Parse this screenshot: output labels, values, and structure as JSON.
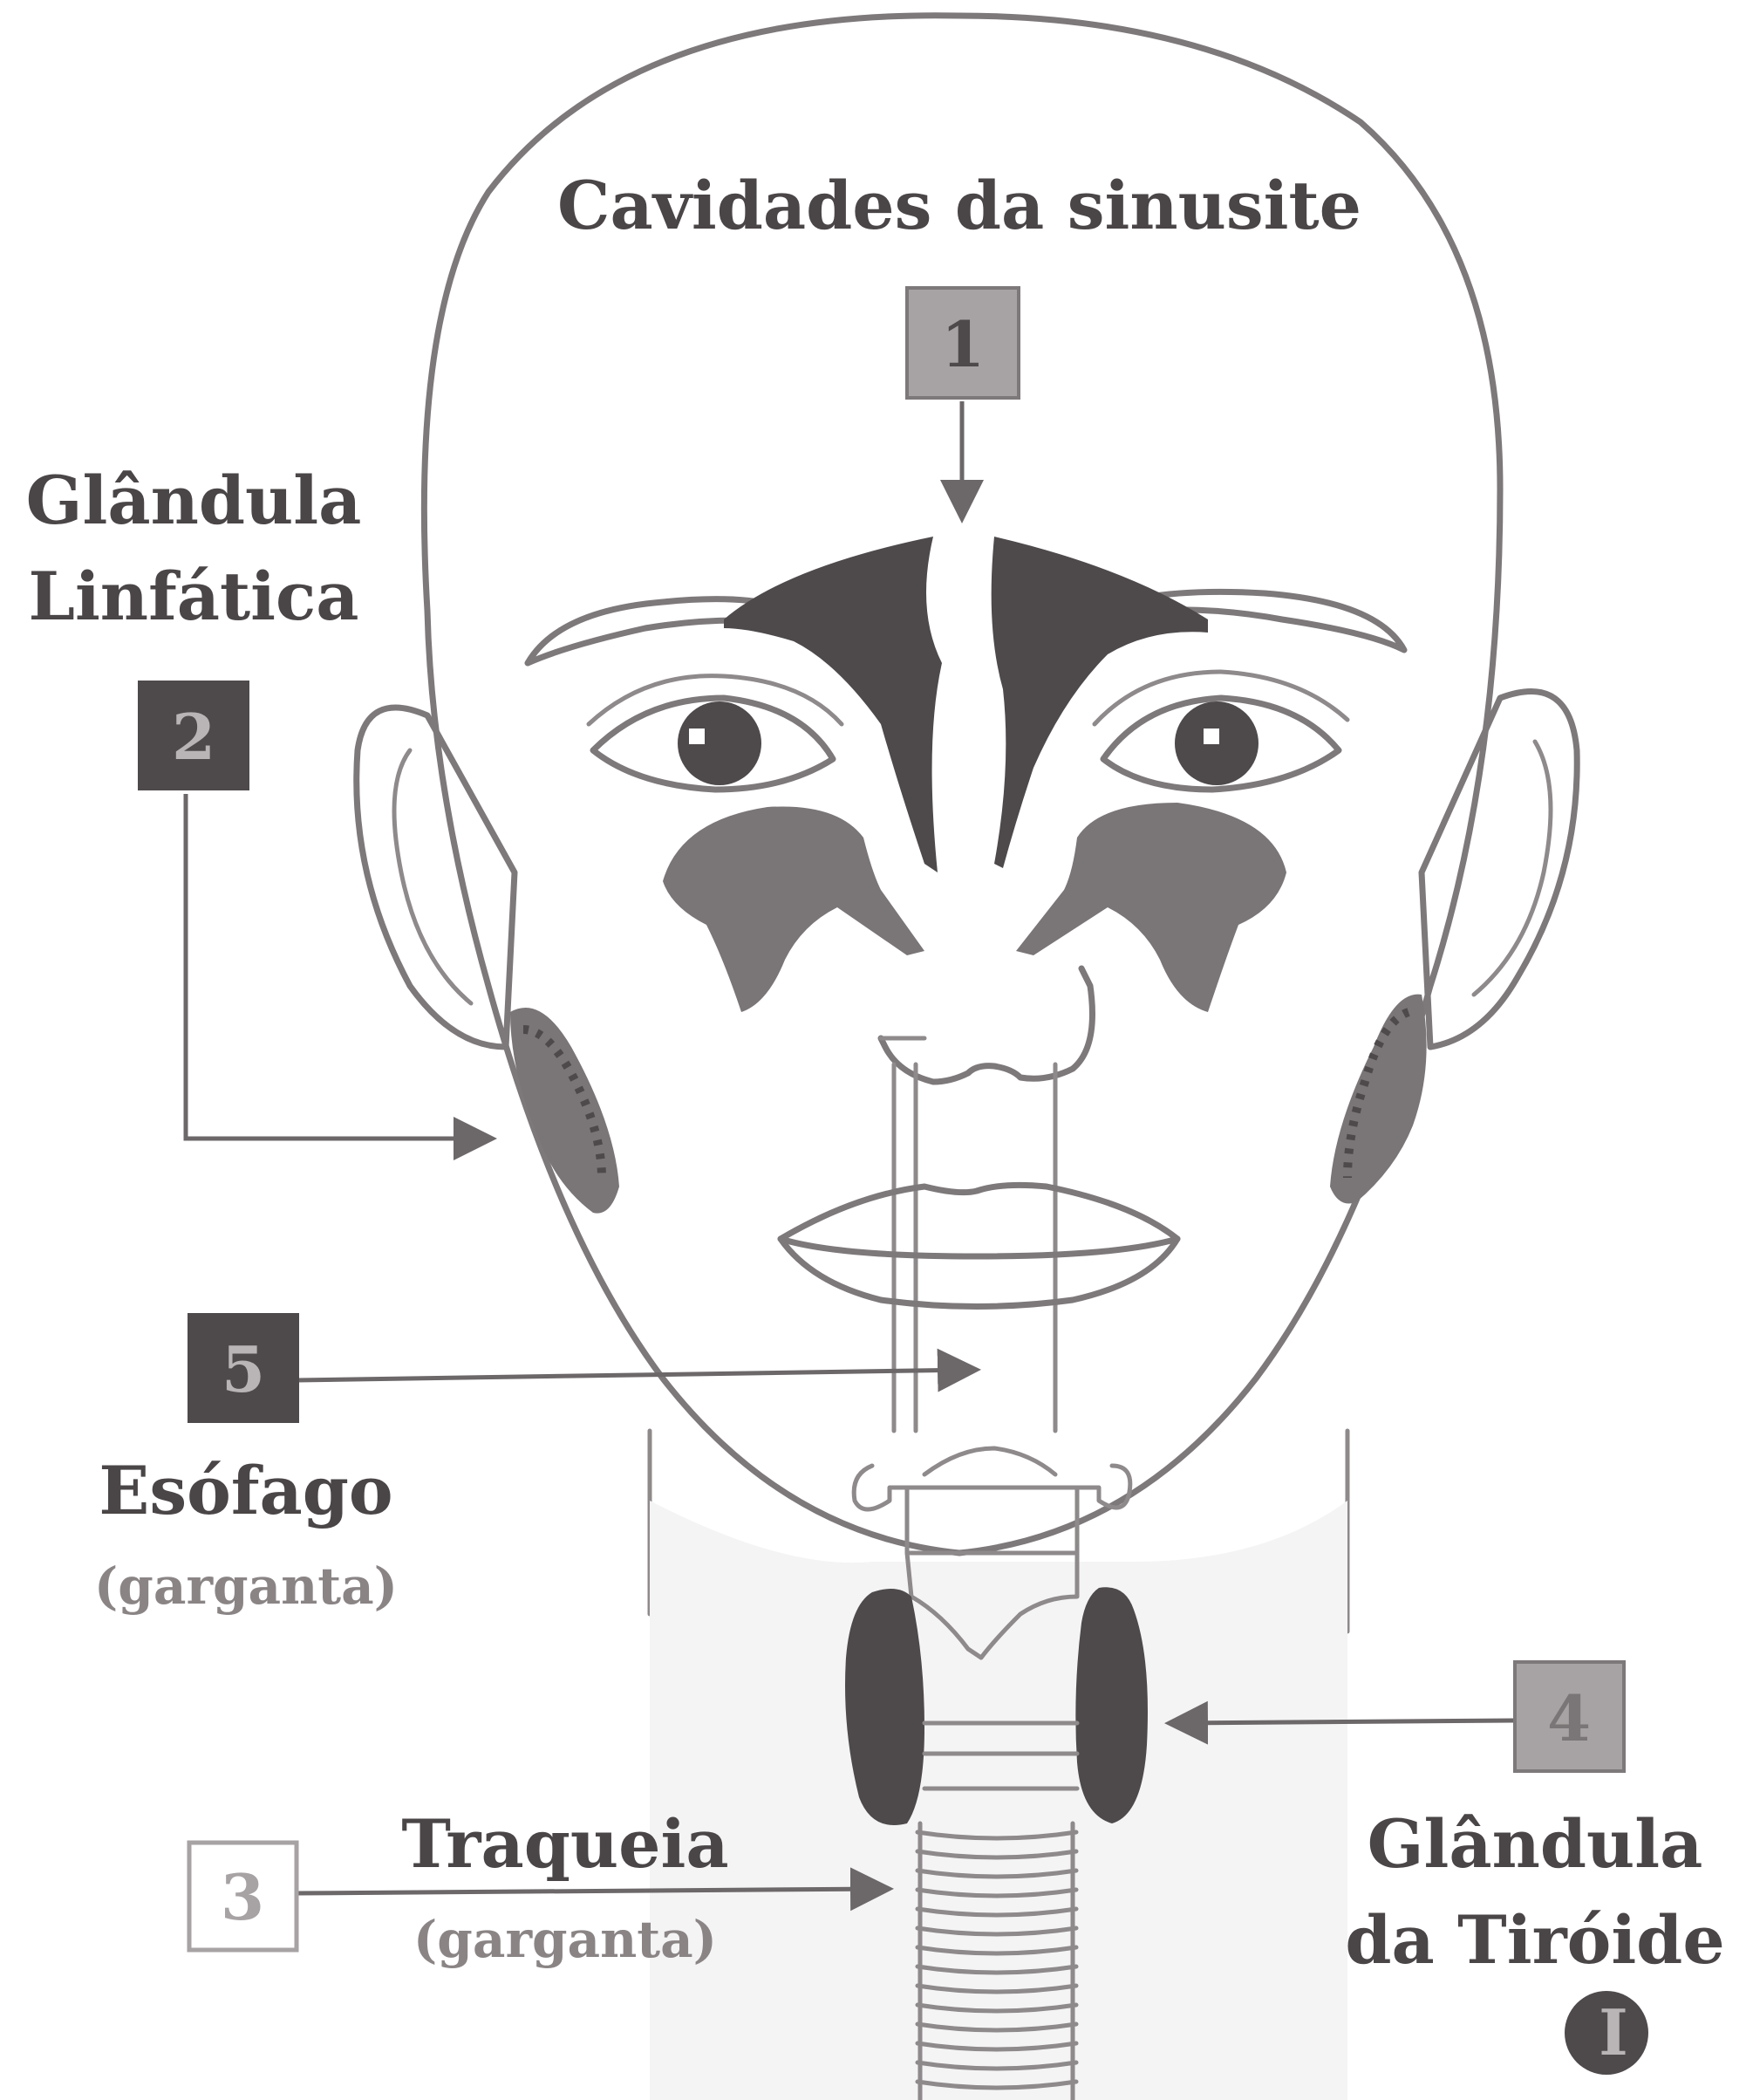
{
  "labels": {
    "sinus": "Cavidades da sinusite",
    "lymph_line1": "Glândula",
    "lymph_line2": "Linfática",
    "esophagus": "Esófago",
    "esophagus_sub": "(garganta)",
    "trachea": "Traqueia",
    "trachea_sub": "(garganta)",
    "thyroid_line1": "Glândula",
    "thyroid_line2": "da Tiróide"
  },
  "markers": {
    "m1": "1",
    "m2": "2",
    "m3": "3",
    "m4": "4",
    "m5": "5"
  },
  "logo": "I",
  "colors": {
    "dark": "#4e4a4b",
    "mid": "#7a7576",
    "light_box": "#a7a2a3",
    "skin": "#f6f6f7",
    "outline": "#7d7879"
  }
}
